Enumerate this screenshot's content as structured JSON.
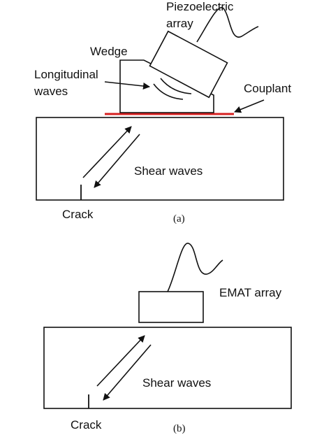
{
  "panel_a": {
    "label_array": [
      "Piezoelectric",
      "array"
    ],
    "label_wedge": "Wedge",
    "label_longitudinal": [
      "Longitudinal",
      "waves"
    ],
    "label_couplant": "Couplant",
    "label_shear": "Shear waves",
    "label_crack": "Crack",
    "caption": "(a)",
    "couplant_color": "#d62020"
  },
  "panel_b": {
    "label_array": "EMAT array",
    "label_shear": "Shear waves",
    "label_crack": "Crack",
    "caption": "(b)"
  }
}
